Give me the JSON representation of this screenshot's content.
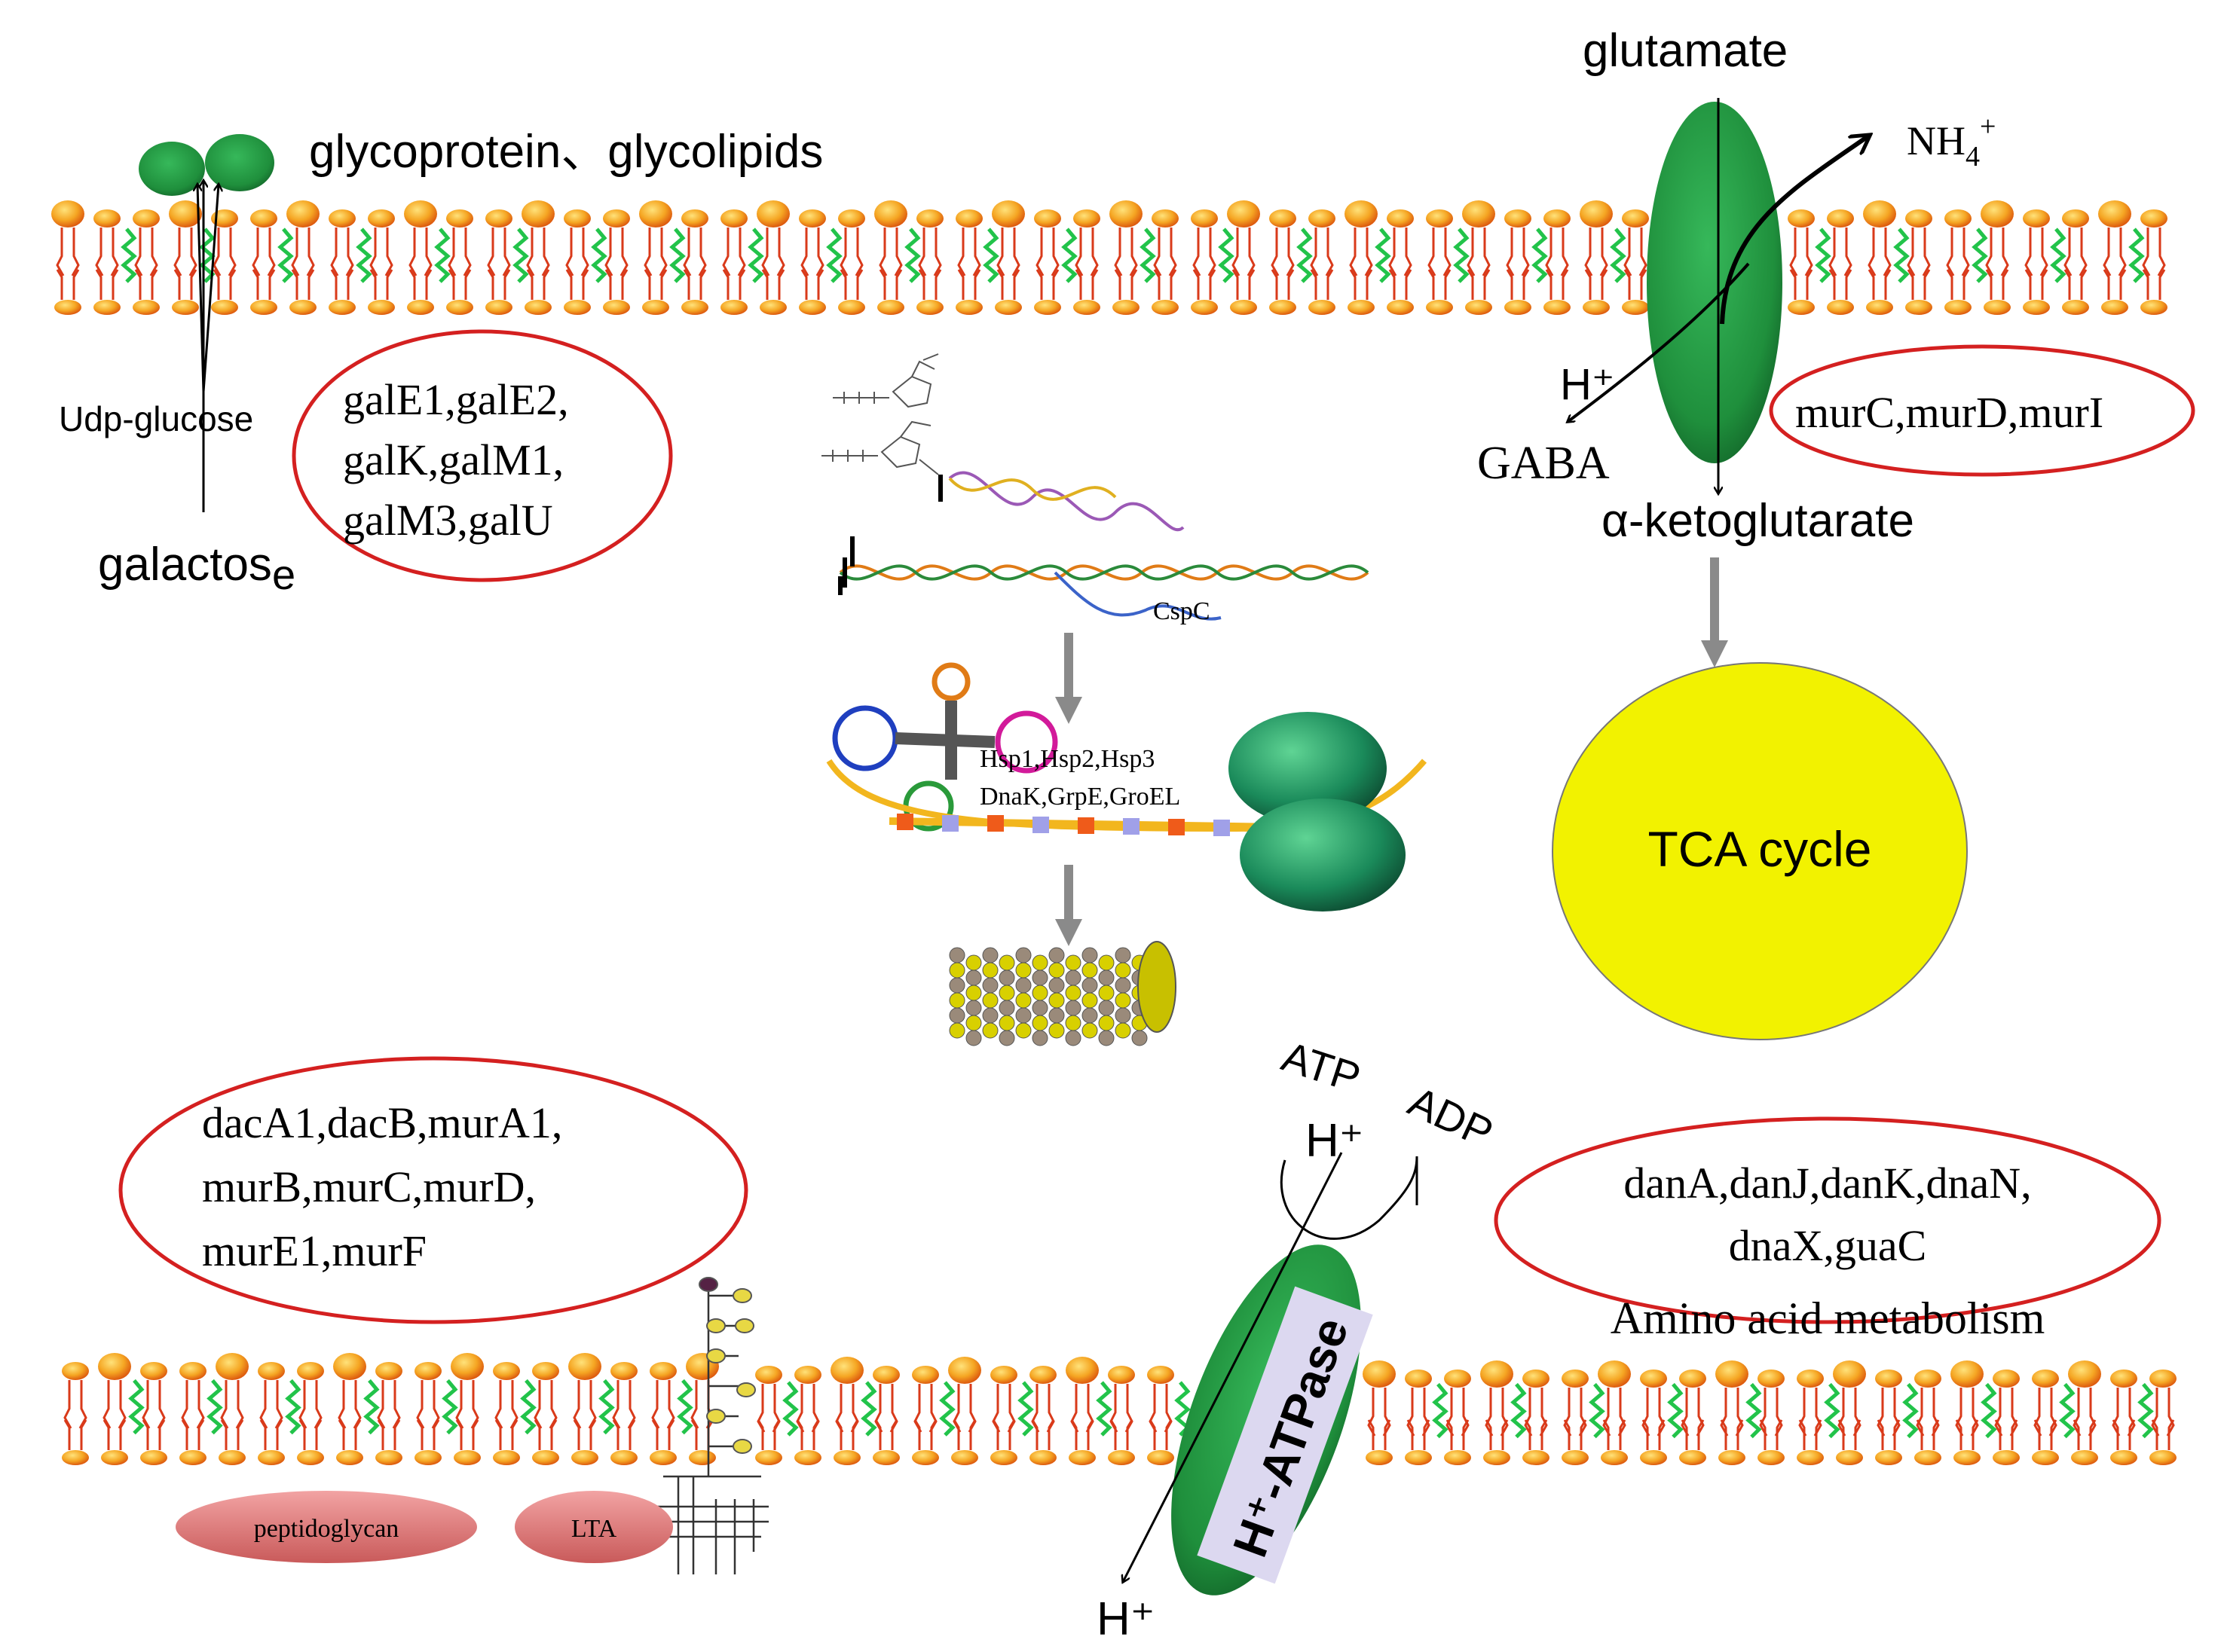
{
  "labels": {
    "glycoprotein": "glycoprotein、glycolipids",
    "udp_glucose": "Udp-glucose",
    "galactose_main": "galactos",
    "galactose_tail": "e",
    "glutamate": "glutamate",
    "nh4_base": "NH",
    "nh4_sub": "4",
    "nh4_sup": "+",
    "h_plus": "H⁺",
    "gaba": "GABA",
    "alpha_kg": "α-ketoglutarate",
    "tca": "TCA cycle",
    "cspc": "CspC",
    "hsp_line1": "Hsp1,Hsp2,Hsp3",
    "hsp_line2": "DnaK,GrpE,GroEL",
    "atp": "ATP",
    "adp": "ADP",
    "h_atpase": "H⁺-ATPase",
    "peptidoglycan": "peptidoglycan",
    "lta": "LTA",
    "amino_acid": "Amino acid metabolism"
  },
  "gene_groups": {
    "gal": [
      "galE1,galE2,",
      "galK,galM1,",
      "galM3,galU"
    ],
    "mur_top": [
      "murC,murD,murI"
    ],
    "peptidoglycan_genes": [
      "dacA1,dacB,murA1,",
      "murB,murC,murD,",
      "murE1,murF"
    ],
    "dna": [
      "danA,danJ,danK,dnaN,",
      "dnaX,guaC"
    ]
  },
  "colors": {
    "lipid_head": "#f5a623",
    "lipid_head_dark": "#d94e0b",
    "lipid_tail": "#d93a1a",
    "helix": "#22c34a",
    "protein_green": "#1f8f3c",
    "protein_green_dark": "#0f5a24",
    "gene_ellipse": "#d42020",
    "tca_yellow": "#f2f200",
    "arrow_gray": "#8a8a8a",
    "pink_pill": "#e07c7c",
    "atpase_label": "#dcd8f0"
  }
}
